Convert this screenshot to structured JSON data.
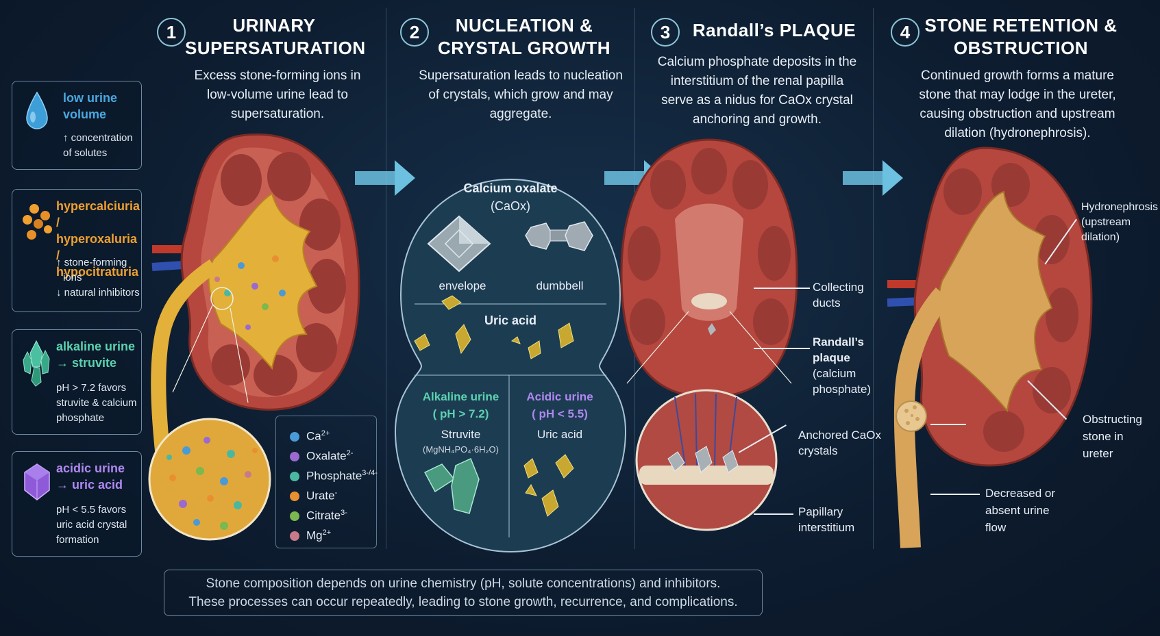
{
  "steps": [
    {
      "number": "1",
      "title_line1": "URINARY",
      "title_line2": "SUPERSATURATION",
      "desc": [
        "Excess stone-forming ions in",
        "low-volume urine lead to",
        "supersaturation."
      ]
    },
    {
      "number": "2",
      "title_line1": "NUCLEATION &",
      "title_line2": "CRYSTAL GROWTH",
      "desc": [
        "Supersaturation leads to nucleation",
        "of crystals, which grow and may",
        "aggregate."
      ]
    },
    {
      "number": "3",
      "title_line1": "Randall’s PLAQUE",
      "title_line2": "",
      "desc": [
        "Calcium phosphate deposits in the",
        "interstitium of the renal papilla",
        "serve as a nidus for CaOx crystal",
        "anchoring and growth."
      ]
    },
    {
      "number": "4",
      "title_line1": "STONE RETENTION &",
      "title_line2": "OBSTRUCTION",
      "desc": [
        "Continued growth forms a mature",
        "stone that may lodge in the ureter,",
        "causing obstruction and upstream",
        "dilation (hydronephrosis)."
      ]
    }
  ],
  "sidebar": [
    {
      "title": [
        "low urine",
        "volume"
      ],
      "text": [
        "↑ concentration",
        "of solutes"
      ],
      "color": "#4aa8e0",
      "icon": "water-drop-icon"
    },
    {
      "title": [
        "hypercalciuria /",
        "hyperoxaluria /",
        "hypocitraturia"
      ],
      "text": [
        "↑ stone-forming",
        "ions",
        "↓ natural inhibitors"
      ],
      "color": "#f0a030",
      "icon": "ion-cluster-icon"
    },
    {
      "title": [
        "alkaline urine",
        "→ struvite"
      ],
      "text": [
        "pH > 7.2 favors",
        "struvite & calcium",
        "phosphate"
      ],
      "color": "#5cd2b0",
      "icon": "struvite-crystal-icon"
    },
    {
      "title": [
        "acidic urine",
        "→ uric acid"
      ],
      "text": [
        "pH < 5.5 favors",
        "uric acid crystal",
        "formation"
      ],
      "color": "#b088f0",
      "icon": "uric-acid-crystal-icon"
    }
  ],
  "legend": [
    {
      "name": "Ca",
      "sup": "2+",
      "color": "#4a9ad8"
    },
    {
      "name": "Oxalate",
      "sup": "2-",
      "color": "#9a6ad0"
    },
    {
      "name": "Phosphate",
      "sup": "3-/4-",
      "color": "#4ab8a0"
    },
    {
      "name": "Urate",
      "sup": "-",
      "color": "#e89030"
    },
    {
      "name": "Citrate",
      "sup": "3-",
      "color": "#7ab850"
    },
    {
      "name": "Mg",
      "sup": "2+",
      "color": "#c87a8a"
    }
  ],
  "crystals": {
    "caox_title": [
      "Calcium oxalate",
      "(CaOx)"
    ],
    "envelope": "envelope",
    "dumbbell": "dumbbell",
    "uric_title": "Uric acid",
    "alkaline": [
      "Alkaline urine",
      "( pH > 7.2)"
    ],
    "struvite": "Struvite",
    "struvite_formula": "(MgNH₄PO₄·6H₂O)",
    "acidic": [
      "Acidic urine",
      "( pH < 5.5)"
    ],
    "uric_acid": "Uric acid"
  },
  "randall_labels": {
    "collecting": [
      "Collecting",
      "ducts"
    ],
    "plaque_bold": [
      "Randall’s",
      "plaque"
    ],
    "plaque_sub": [
      "(calcium",
      "phosphate)"
    ],
    "anchored": [
      "Anchored CaOx",
      "crystals"
    ],
    "papillary": [
      "Papillary",
      "interstitium"
    ]
  },
  "obstruction_labels": {
    "hydro": [
      "Hydronephrosis",
      "(upstream",
      "dilation)"
    ],
    "obstructing": [
      "Obstructing",
      "stone in",
      "ureter"
    ],
    "decreased": [
      "Decreased or",
      "absent urine",
      "flow"
    ]
  },
  "footer": [
    "Stone composition depends on urine chemistry (pH, solute concentrations) and inhibitors.",
    "These processes can occur repeatedly, leading to stone growth, recurrence, and complications."
  ]
}
